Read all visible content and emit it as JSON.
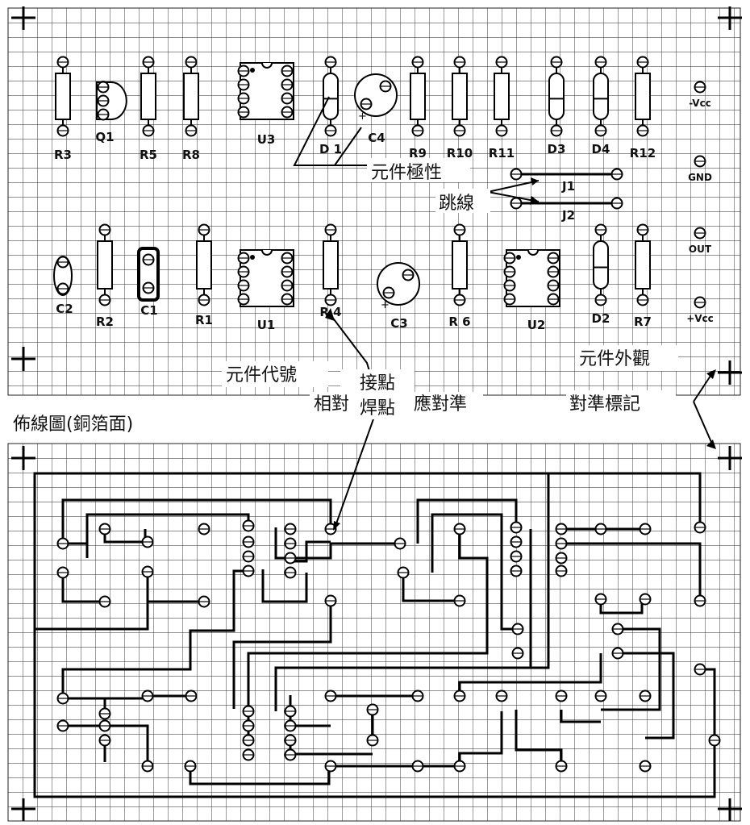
{
  "top_board": {
    "resistors": [
      "R3",
      "R5",
      "R8",
      "R9",
      "R10",
      "R11",
      "R12",
      "R2",
      "R1",
      "R 4",
      "R 6",
      "R7"
    ],
    "transistor": "Q1",
    "ics": [
      "U3",
      "U1",
      "U2"
    ],
    "diodes": [
      "D 1",
      "D3",
      "D4",
      "D2"
    ],
    "capacitors": [
      "C4",
      "C3",
      "C2",
      "C1"
    ],
    "jumpers": [
      "J1",
      "J2"
    ],
    "terminals": [
      "-Vcc",
      "GND",
      "OUT",
      "+Vcc"
    ]
  },
  "annotations": {
    "polarity": "元件極性",
    "jumper": "跳線",
    "component_id": "元件代號",
    "pad_line1": "接點",
    "pad_line2": "焊點",
    "corresponds": "相對",
    "align_to": "應對準",
    "appearance": "元件外觀",
    "alignment_mark": "對準標記",
    "layout_title": "佈線圖(銅箔面)"
  }
}
